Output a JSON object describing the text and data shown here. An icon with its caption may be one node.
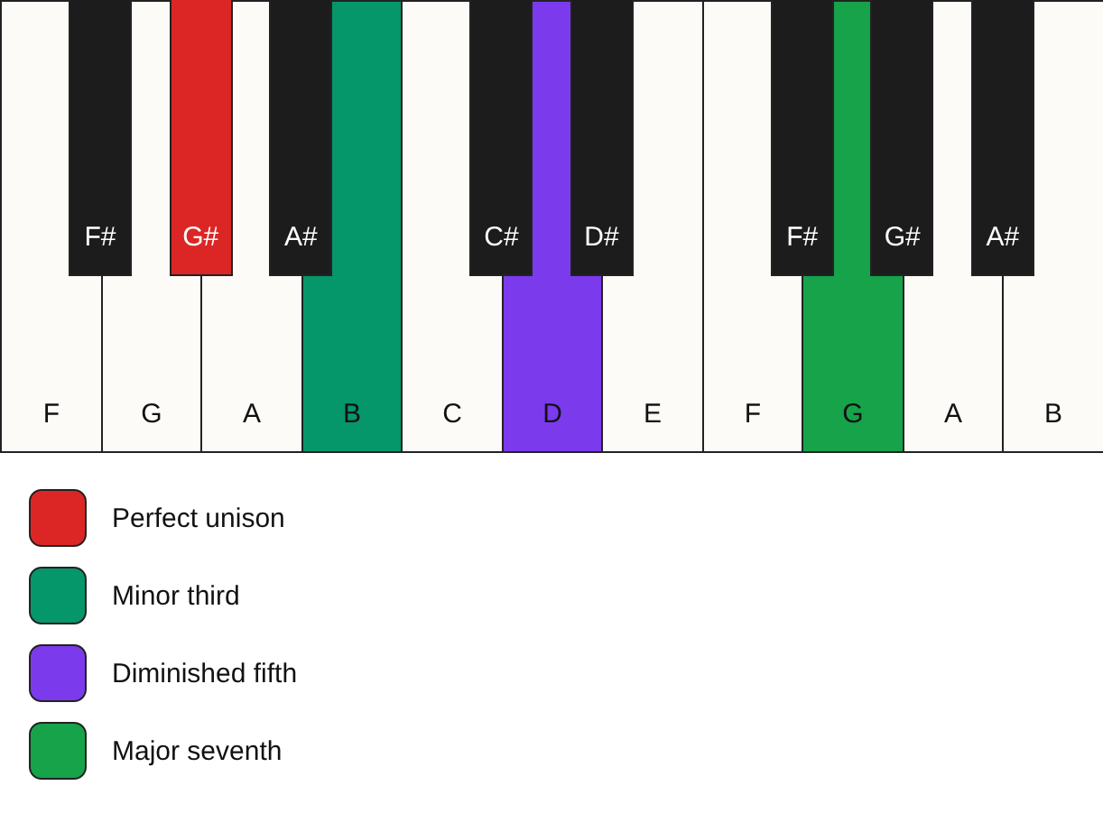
{
  "diagram": {
    "nodes": [
      {
        "text": [
          "F"
        ]
      },
      {
        "text": [
          "G"
        ]
      },
      {
        "text": [
          "A"
        ]
      },
      {
        "text": [
          "B"
        ]
      },
      {
        "text": [
          "C"
        ]
      },
      {
        "text": [
          "D"
        ]
      },
      {
        "text": [
          "E"
        ]
      },
      {
        "text": [
          "F"
        ]
      },
      {
        "text": [
          "G"
        ]
      },
      {
        "text": [
          "A"
        ]
      },
      {
        "text": [
          "B"
        ]
      },
      {
        "text": [
          "F#"
        ]
      },
      {
        "text": [
          "G#"
        ]
      },
      {
        "text": [
          "A#"
        ]
      },
      {
        "text": [
          "C#"
        ]
      },
      {
        "text": [
          "D#"
        ]
      },
      {
        "text": [
          "F#"
        ]
      },
      {
        "text": [
          "G#"
        ]
      },
      {
        "text": [
          "A#"
        ]
      }
    ],
    "edges": [],
    "legend": [
      {
        "text": "Perfect unison",
        "color": "#dc2626"
      },
      {
        "text": "Minor third",
        "color": "#059669"
      },
      {
        "text": "Diminished fifth",
        "color": "#7c3aed"
      },
      {
        "text": "Major seventh",
        "color": "#16a34a"
      }
    ]
  }
}
